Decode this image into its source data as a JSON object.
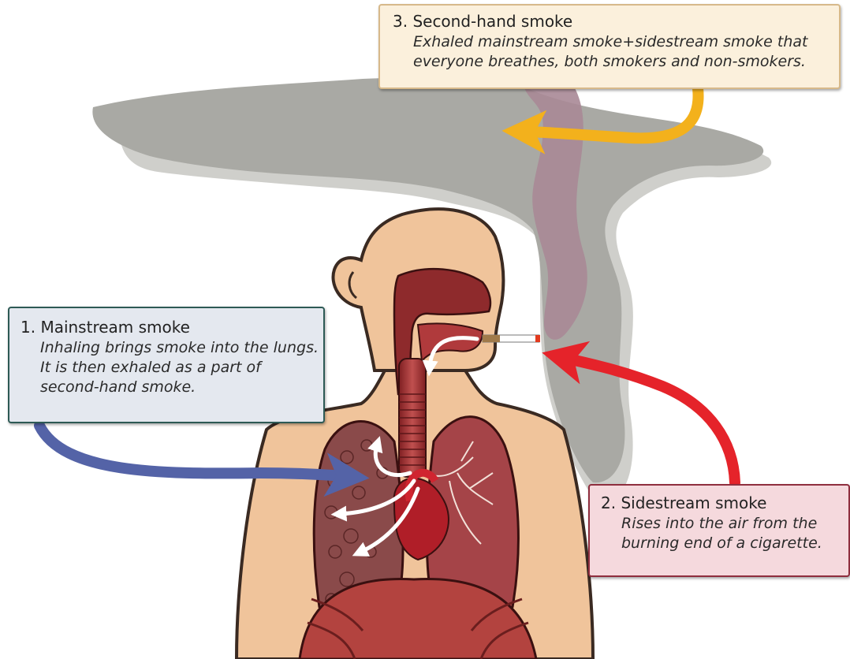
{
  "labels": {
    "mainstream": {
      "title": "1.  Mainstream smoke",
      "lines": [
        "Inhaling brings smoke into the lungs.",
        "It is then exhaled as a part of",
        "second-hand smoke."
      ]
    },
    "sidestream": {
      "title": "2.  Sidestream smoke",
      "lines": [
        "Rises into the air from the",
        "burning end of a cigarette."
      ]
    },
    "second_hand": {
      "title": "3.  Second-hand smoke",
      "lines": [
        "Exhaled mainstream smoke+sidestream smoke that",
        "everyone breathes, both smokers and non-smokers."
      ]
    }
  },
  "colors": {
    "skin": "#f0c49b",
    "smoke": "#a9a9a4",
    "smoke_shadow": "#cfcfcb",
    "smoke_purple": "#a98896",
    "lung": "#9e3a3a",
    "mainstream_arrow": "#5463a7",
    "sidestream_arrow": "#e5232a",
    "second_hand_arrow": "#f3b11c"
  }
}
